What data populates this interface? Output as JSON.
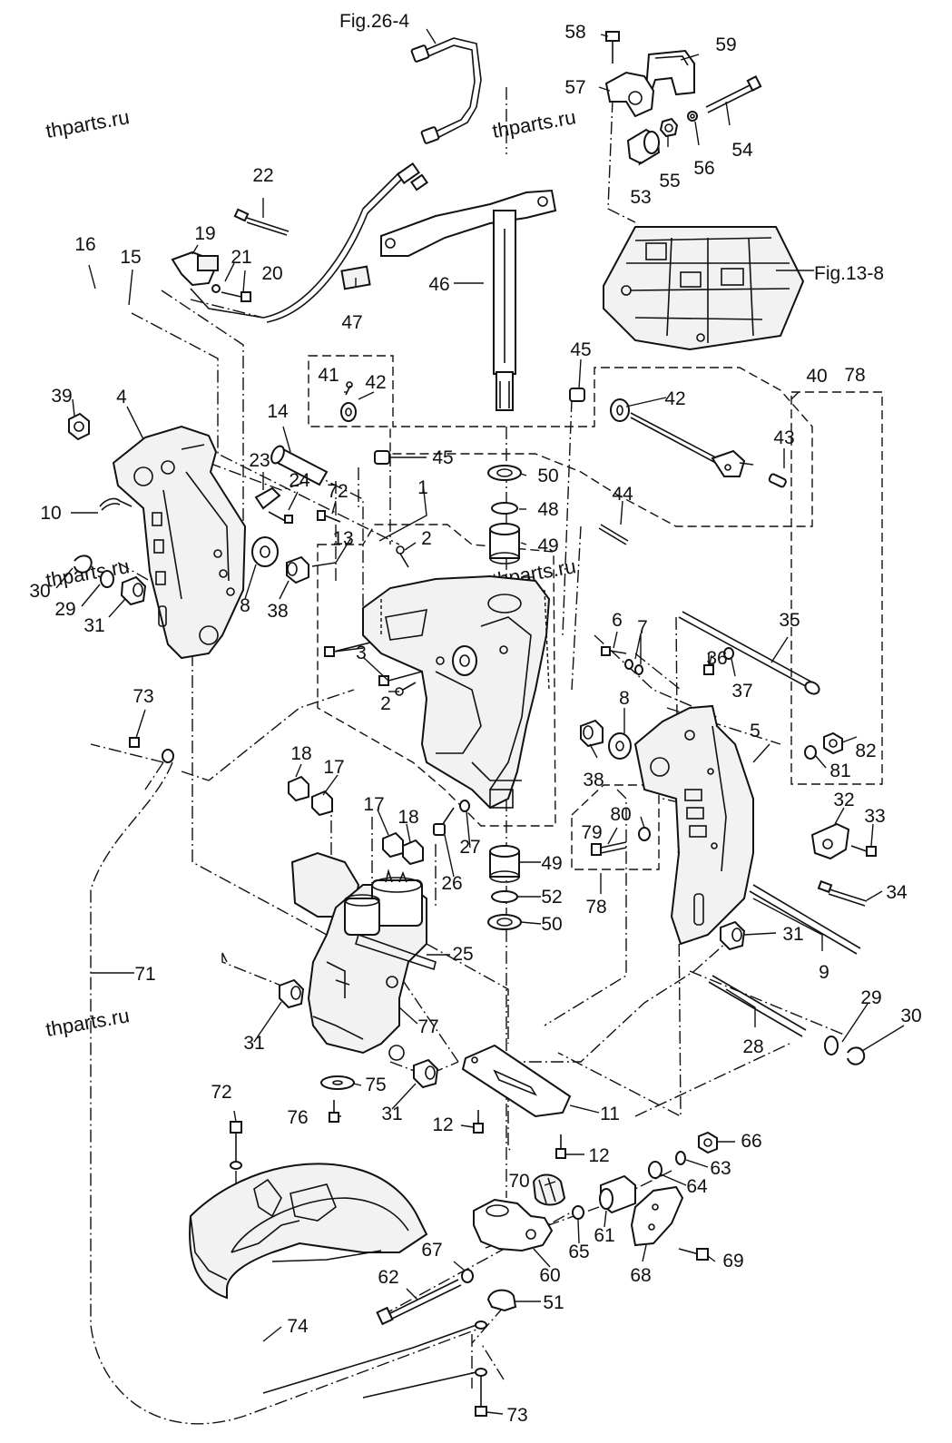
{
  "references": {
    "fig_top": "Fig.26-4",
    "fig_right": "Fig.13-8"
  },
  "watermarks": [
    "thparts.ru",
    "thparts.ru",
    "thparts.ru",
    "thparts.ru",
    "thparts.ru"
  ],
  "callouts": {
    "c1": "1",
    "c2a": "2",
    "c2b": "2",
    "c3": "3",
    "c4": "4",
    "c5": "5",
    "c6": "6",
    "c7": "7",
    "c8a": "8",
    "c8b": "8",
    "c9": "9",
    "c10": "10",
    "c11": "11",
    "c12a": "12",
    "c12b": "12",
    "c13": "13",
    "c14": "14",
    "c15": "15",
    "c16": "16",
    "c17a": "17",
    "c17b": "17",
    "c18a": "18",
    "c18b": "18",
    "c19": "19",
    "c20": "20",
    "c21": "21",
    "c22": "22",
    "c23": "23",
    "c24": "24",
    "c25": "25",
    "c26": "26",
    "c27": "27",
    "c28": "28",
    "c29a": "29",
    "c29b": "29",
    "c30a": "30",
    "c30b": "30",
    "c31a": "31",
    "c31b": "31",
    "c31c": "31",
    "c31d": "31",
    "c32": "32",
    "c33": "33",
    "c34": "34",
    "c35": "35",
    "c36": "36",
    "c37": "37",
    "c38a": "38",
    "c38b": "38",
    "c39": "39",
    "c40": "40",
    "c41": "41",
    "c42a": "42",
    "c42b": "42",
    "c43": "43",
    "c44": "44",
    "c45a": "45",
    "c45b": "45",
    "c46": "46",
    "c47": "47",
    "c48": "48",
    "c49a": "49",
    "c49b": "49",
    "c50a": "50",
    "c50b": "50",
    "c51": "51",
    "c52": "52",
    "c53": "53",
    "c54": "54",
    "c55": "55",
    "c56": "56",
    "c57": "57",
    "c58": "58",
    "c59": "59",
    "c60": "60",
    "c61": "61",
    "c62": "62",
    "c63": "63",
    "c64": "64",
    "c65": "65",
    "c66": "66",
    "c67": "67",
    "c68": "68",
    "c69": "69",
    "c70": "70",
    "c71": "71",
    "c72a": "72",
    "c72b": "72",
    "c73a": "73",
    "c73b": "73",
    "c74": "74",
    "c75": "75",
    "c76": "76",
    "c77": "77",
    "c78a": "78",
    "c78b": "78",
    "c79": "79",
    "c80": "80",
    "c81": "81",
    "c82": "82"
  }
}
